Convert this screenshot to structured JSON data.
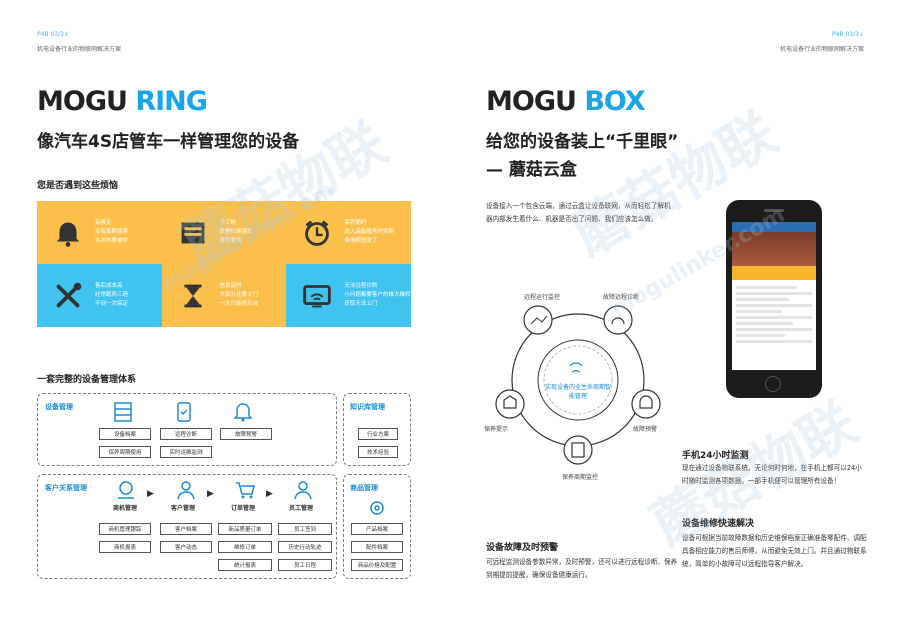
{
  "left": {
    "page_no": "P4B  03/3↓",
    "subtitle": "机电设备行业的物联网解决方案",
    "brand_a": "MOGU",
    "brand_b": "RING",
    "headline": "像汽车4S店管车一样管理您的设备",
    "pain_title": "您是否遇到这些烦恼",
    "pains": [
      {
        "icon": "bell-icon",
        "color": "yellow",
        "lines": [
          "有报无",
          "没有周期保养",
          "大冲击要被呼"
        ]
      },
      {
        "icon": "folder-icon",
        "color": "yellow",
        "lines": [
          "手工账",
          "数据档案混乱",
          "查找繁琐"
        ]
      },
      {
        "icon": "clock-icon",
        "color": "yellow",
        "lines": [
          "保养随时",
          "进入高级服务时效期",
          "费用明显涨了"
        ]
      },
      {
        "icon": "tools-icon",
        "color": "blue",
        "lines": [
          "售后成本高",
          "经常跑两三趟",
          "不到一次搞定"
        ]
      },
      {
        "icon": "hourglass-icon",
        "color": "yellow",
        "lines": [
          "信息延时",
          "大部分还要上门",
          "一天只能修几台"
        ]
      },
      {
        "icon": "wifi-monitor-icon",
        "color": "blue",
        "lines": [
          "无法远程诊断",
          "小问题都要客户的维大维修",
          "获取无法上门"
        ]
      }
    ],
    "system_title": "一套完整的设备管理体系",
    "device_mgmt": {
      "label": "设备管理",
      "chips": [
        "设备档案",
        "远程诊断",
        "故障预警",
        "保养周期使用",
        "实时运维监测"
      ]
    },
    "knowledge": {
      "label": "知识库管理",
      "chips": [
        "行业方案",
        "技术经验"
      ]
    },
    "crm": {
      "label": "客户关系管理",
      "modules": [
        "商机管理",
        "客户管理",
        "订单管理",
        "员工管理"
      ],
      "col1": [
        "商机管理跟踪",
        "商机报表"
      ],
      "col2": [
        "客户档案",
        "客户动态"
      ],
      "col3": [
        "新品质量订单",
        "维修订单",
        "统计报表"
      ],
      "col4": [
        "员工签到",
        "历史行动轨迹",
        "员工日程"
      ]
    },
    "mall": {
      "label": "商品管理",
      "chips": [
        "产品档案",
        "配件档案",
        "商品价格及配置"
      ]
    }
  },
  "right": {
    "page_no": "P4B  03/3↓",
    "subtitle": "机电设备行业的物联网解决方案",
    "brand_a": "MOGU",
    "brand_b": "BOX",
    "headline_1": "给您的设备装上“千里眼”",
    "headline_2": "— 蘑菇云盒",
    "intro": "设备接入一个包含云端，通过云盒让设备联网，从而轻松了解机器内部发生着什么、机器是否出了问题、我们应该怎么做。",
    "diagram": {
      "center": "实现设备的全生命周期智能管理",
      "nodes": [
        "远程运行监控",
        "故障远程诊断",
        "故障预警",
        "保养周期监控",
        "保养提示"
      ]
    },
    "monitor_title": "手机24小时监测",
    "monitor_text": "现在通过设备物联系统，无论何时何地，在手机上都可以24小时随时监测各项数据。一部手机便可以管理所有设备！",
    "repair_title": "设备维修快速解决",
    "repair_text": "设备可根据当前故障数据和历史维保档案正确准备零配件、调配具备相应能力的售后师傅，从而避免无效上门。并且通过物联系统，简单的小故障可以远程指导客户解决。",
    "fault_title": "设备故障及时预警",
    "fault_text": "可远程监测设备参数异常，及时预警，还可以进行远程诊断、保养到期提前提醒，确保设备健康运行。"
  },
  "watermark": "蘑菇物联",
  "watermark_url": "mogulinker.com",
  "colors": {
    "accent": "#1aa5e8",
    "yellow": "#fbc04b",
    "blue": "#40c3ee"
  }
}
